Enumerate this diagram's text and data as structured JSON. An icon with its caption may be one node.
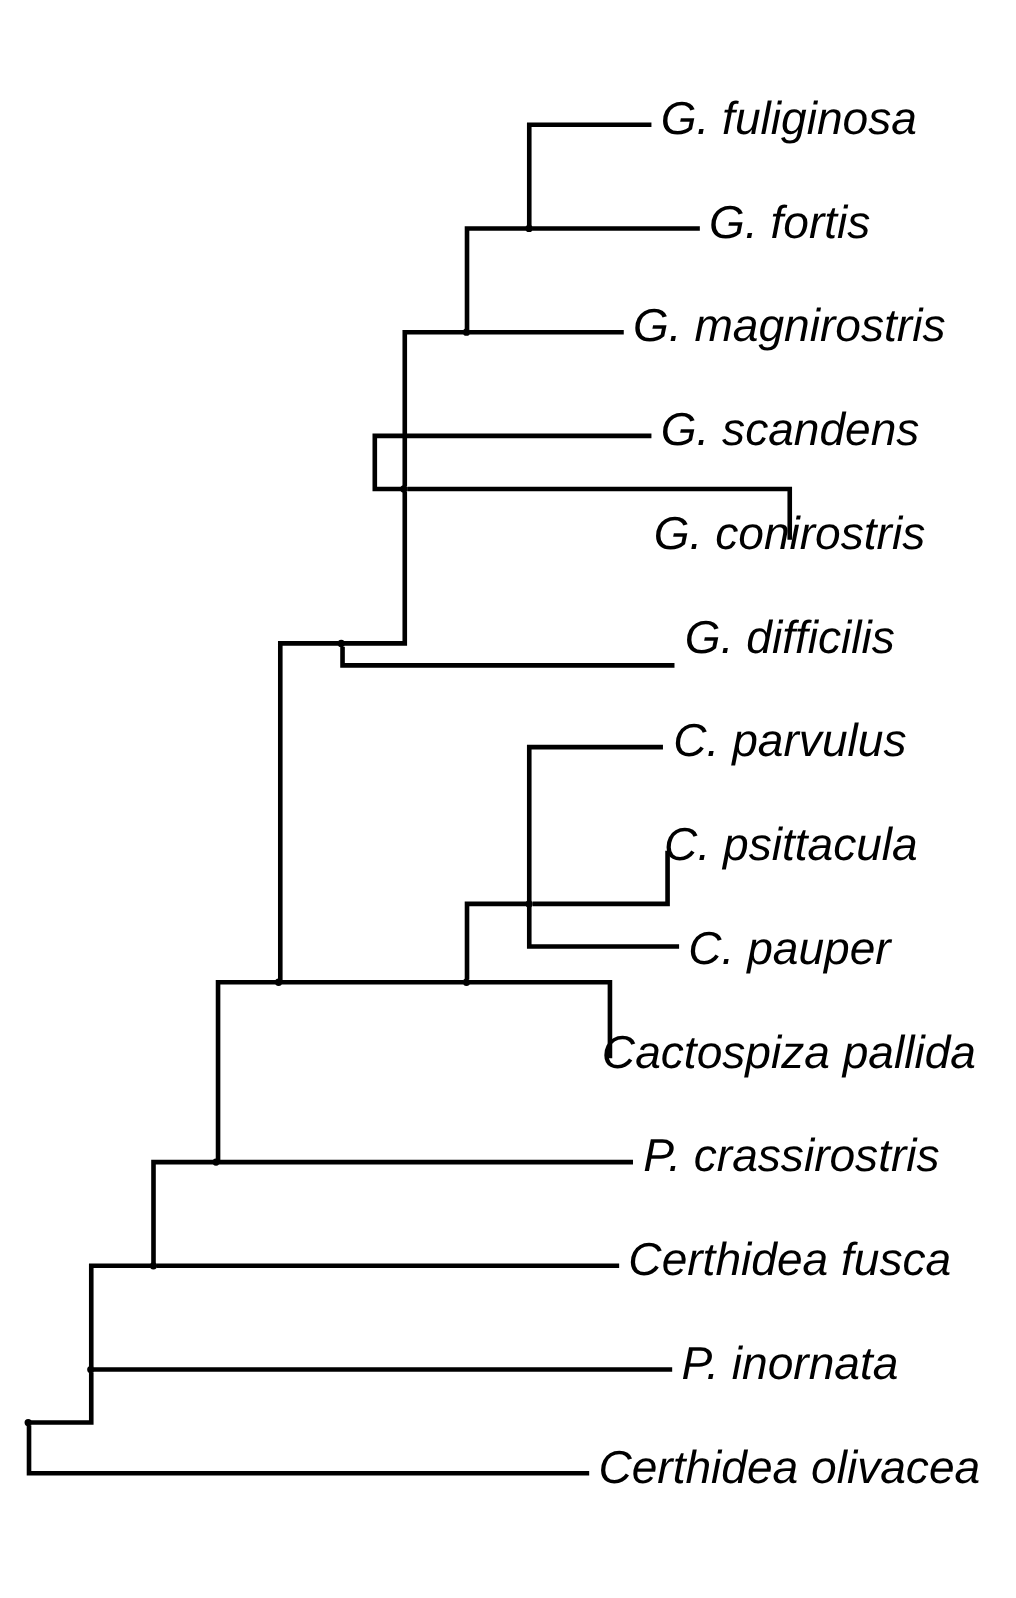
{
  "diagram": {
    "nodes": [
      {
        "text": [
          "G. fuliginosa"
        ]
      },
      {
        "text": [
          "G. fortis"
        ]
      },
      {
        "text": [
          "G. magnirostris"
        ]
      },
      {
        "text": [
          "G. scandens"
        ]
      },
      {
        "text": [
          "G. conirostris"
        ]
      },
      {
        "text": [
          "G. difficilis"
        ]
      },
      {
        "text": [
          "C. parvulus"
        ]
      },
      {
        "text": [
          "C. psittacula"
        ]
      },
      {
        "text": [
          "C. pauper"
        ]
      },
      {
        "text": [
          "Cactospiza pallida"
        ]
      },
      {
        "text": [
          "P. crassirostris"
        ]
      },
      {
        "text": [
          "Certhidea fusca"
        ]
      },
      {
        "text": [
          "P. inornata"
        ]
      },
      {
        "text": [
          "Certhidea olivacea"
        ]
      },
      {
        "text": [],
        "shape": "point"
      },
      {
        "text": [],
        "shape": "point"
      },
      {
        "text": [],
        "shape": "point"
      },
      {
        "text": [],
        "shape": "point"
      },
      {
        "text": [],
        "shape": "point"
      },
      {
        "text": [],
        "shape": "point"
      },
      {
        "text": [],
        "shape": "point"
      },
      {
        "text": [],
        "shape": "point"
      },
      {
        "text": [],
        "shape": "point"
      },
      {
        "text": [],
        "shape": "point"
      },
      {
        "text": [],
        "shape": "point"
      }
    ],
    "edges": [
      {
        "from": 14,
        "to": 15,
        "arrow": "none"
      },
      {
        "from": 14,
        "to": 13,
        "arrow": "none"
      },
      {
        "from": 15,
        "to": 16,
        "arrow": "none"
      },
      {
        "from": 15,
        "to": 12,
        "arrow": "none"
      },
      {
        "from": 16,
        "to": 17,
        "arrow": "none"
      },
      {
        "from": 16,
        "to": 11,
        "arrow": "none"
      },
      {
        "from": 17,
        "to": 18,
        "arrow": "none"
      },
      {
        "from": 17,
        "to": 10,
        "arrow": "none"
      },
      {
        "from": 18,
        "to": 19,
        "arrow": "none"
      },
      {
        "from": 18,
        "to": 23,
        "arrow": "none"
      },
      {
        "from": 19,
        "to": 20,
        "arrow": "none"
      },
      {
        "from": 19,
        "to": 5,
        "arrow": "none"
      },
      {
        "from": 20,
        "to": 21,
        "arrow": "none"
      },
      {
        "from": 20,
        "to": 3,
        "arrow": "none"
      },
      {
        "from": 20,
        "to": 4,
        "arrow": "none"
      },
      {
        "from": 21,
        "to": 22,
        "arrow": "none"
      },
      {
        "from": 21,
        "to": 2,
        "arrow": "none"
      },
      {
        "from": 22,
        "to": 0,
        "arrow": "none"
      },
      {
        "from": 22,
        "to": 1,
        "arrow": "none"
      },
      {
        "from": 23,
        "to": 24,
        "arrow": "none"
      },
      {
        "from": 23,
        "to": 9,
        "arrow": "none"
      },
      {
        "from": 24,
        "to": 6,
        "arrow": "none"
      },
      {
        "from": 24,
        "to": 7,
        "arrow": "none"
      },
      {
        "from": 24,
        "to": 8,
        "arrow": "none"
      }
    ]
  }
}
